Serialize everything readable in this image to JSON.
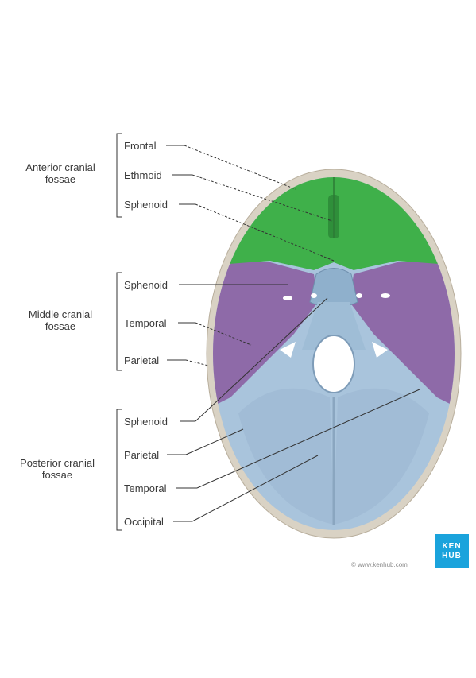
{
  "groups": {
    "anterior": {
      "line1": "Anterior cranial",
      "line2": "fossae"
    },
    "middle": {
      "line1": "Middle cranial",
      "line2": "fossae"
    },
    "posterior": {
      "line1": "Posterior cranial",
      "line2": "fossae"
    }
  },
  "labels": {
    "anterior": [
      "Frontal",
      "Ethmoid",
      "Sphenoid"
    ],
    "middle": [
      "Sphenoid",
      "Temporal",
      "Parietal"
    ],
    "posterior": [
      "Sphenoid",
      "Parietal",
      "Temporal",
      "Occipital"
    ]
  },
  "colors": {
    "anterior_fossa": "#3fb04a",
    "middle_fossa": "#8e6aa8",
    "posterior_fossa": "#a9c4dc",
    "skull_rim": "#d9d2c4",
    "foramen": "#ffffff",
    "lines": "#333333"
  },
  "logo": {
    "line1": "KEN",
    "line2": "HUB"
  },
  "credit": "© www.kenhub.com"
}
